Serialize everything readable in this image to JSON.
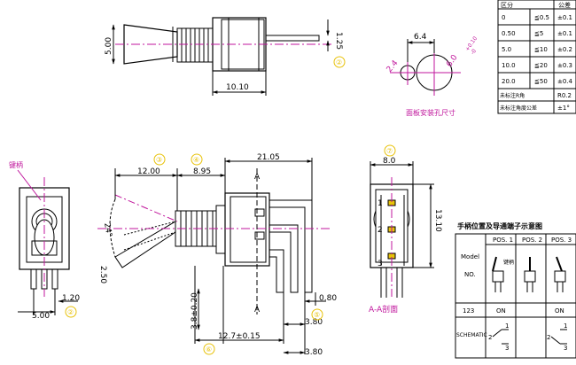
{
  "top_view": {
    "dim_width": "5.00",
    "dim_shaft": "1.25",
    "dim_body": "10.10",
    "marker": "②"
  },
  "panel_cutout": {
    "dim_spacing": "6.4",
    "dim_small": "2.4",
    "dim_large": "6.0",
    "tol_plus": "+0.10",
    "tol_minus": "-0",
    "caption": "面板安装孔尺寸"
  },
  "tolerance_table": {
    "header": [
      "区分",
      "公差"
    ],
    "rows": [
      [
        "0",
        "≦0.5",
        "±0.1"
      ],
      [
        "0.50",
        "≦5",
        "±0.1"
      ],
      [
        "5.0",
        "≦10",
        "±0.2"
      ],
      [
        "10.0",
        "≦20",
        "±0.3"
      ],
      [
        "20.0",
        "≦50",
        "±0.4"
      ]
    ],
    "footer": [
      [
        "未标注R角",
        "R0.2"
      ],
      [
        "未标注角度公差",
        "±1°"
      ]
    ]
  },
  "front_view": {
    "label": "键柄",
    "dim_pitch": "5.00",
    "dim_pin": "1.20",
    "marker": "②"
  },
  "side_view": {
    "dim_total": "21.05",
    "dim_lever": "12.00",
    "dim_bushing": "8.95",
    "dim_angle": "24°",
    "dim_lever_dia": "2.50",
    "dim_height": "3.8±0.20",
    "dim_pin_span": "12.7±0.15",
    "dim_pin_a": "3.80",
    "dim_pin_b": "3.80",
    "dim_pin_thk": "0.80",
    "section_label": "A",
    "markers": [
      "③",
      "④",
      "⑤",
      "⑥"
    ]
  },
  "section_view": {
    "dim_width": "8.0",
    "dim_height": "13.10",
    "caption": "A-A剖面",
    "pin_labels": [
      "1",
      "2",
      "3"
    ],
    "marker": "⑦"
  },
  "position_table": {
    "title": "手柄位置及导通端子示意图",
    "col_model": "Model",
    "col_no": "NO.",
    "positions": [
      "POS. 1",
      "POS. 2",
      "POS. 3"
    ],
    "handle_label": "键柄",
    "model": "123",
    "states": [
      "ON",
      "",
      "ON"
    ],
    "schematic_label": "SCHEMATIC",
    "schematic_pins": [
      "1",
      "2",
      "3"
    ]
  }
}
